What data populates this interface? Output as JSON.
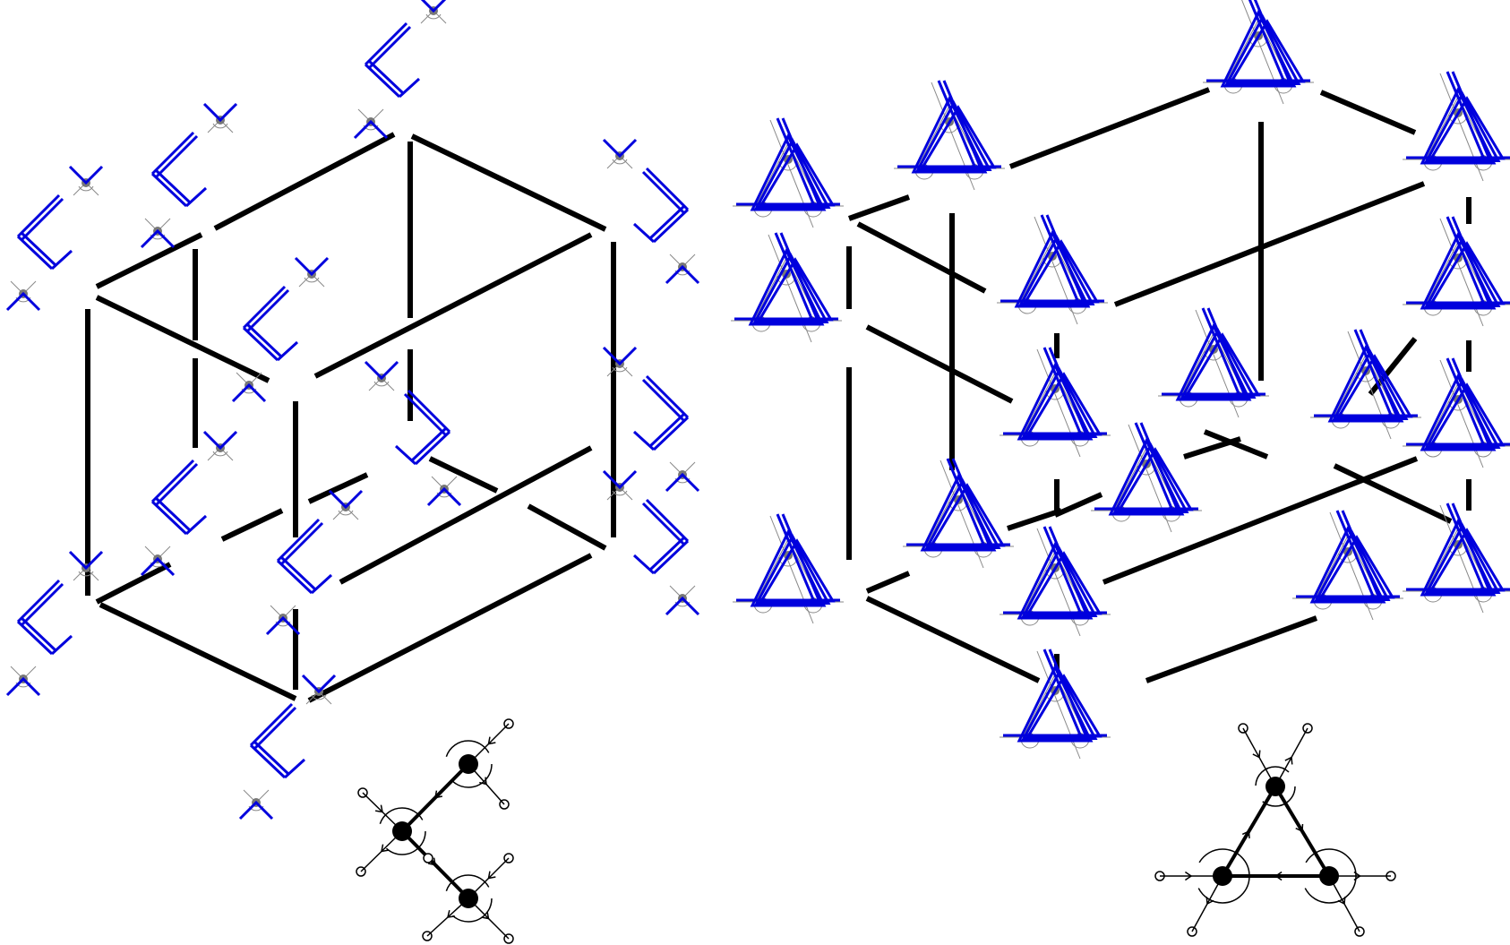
{
  "figure": {
    "panels": [
      {
        "name": "left-hypercube",
        "motif": "x-junction-gadget",
        "node_count": 16
      },
      {
        "name": "right-hypercube",
        "motif": "triangle-gadget",
        "node_count": 16
      }
    ],
    "legends": [
      {
        "name": "left-legend",
        "motif": "three-node-chain"
      },
      {
        "name": "right-legend",
        "motif": "three-node-triangle"
      }
    ]
  },
  "colors": {
    "edge": "#000000",
    "gadget": "#0000dd",
    "thin": "#888888",
    "node": "#777777"
  },
  "icons": {
    "left_node": "x-junction-gadget-icon",
    "right_node": "triangle-gadget-icon"
  }
}
